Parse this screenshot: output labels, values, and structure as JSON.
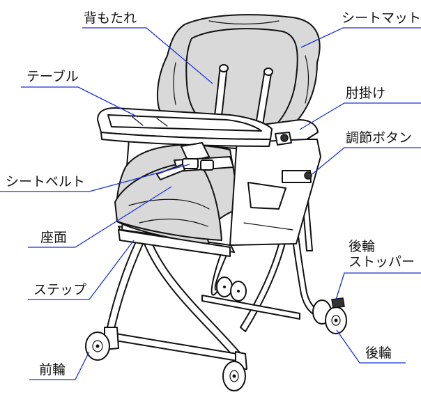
{
  "labels": {
    "backrest": "背もたれ",
    "seat_mat": "シートマット",
    "table": "テーブル",
    "armrest": "肘掛け",
    "adjust_button": "調節ボタン",
    "seat_belt": "シートベルト",
    "seat": "座面",
    "rear_wheel_stopper_line1": "後輪",
    "rear_wheel_stopper_line2": "ストッパー",
    "step": "ステップ",
    "rear_wheel": "後輪",
    "front_wheel": "前輪"
  },
  "colors": {
    "leader_line": "#1a2fd6",
    "outline": "#111111",
    "fabric": "#d9d9d9"
  }
}
